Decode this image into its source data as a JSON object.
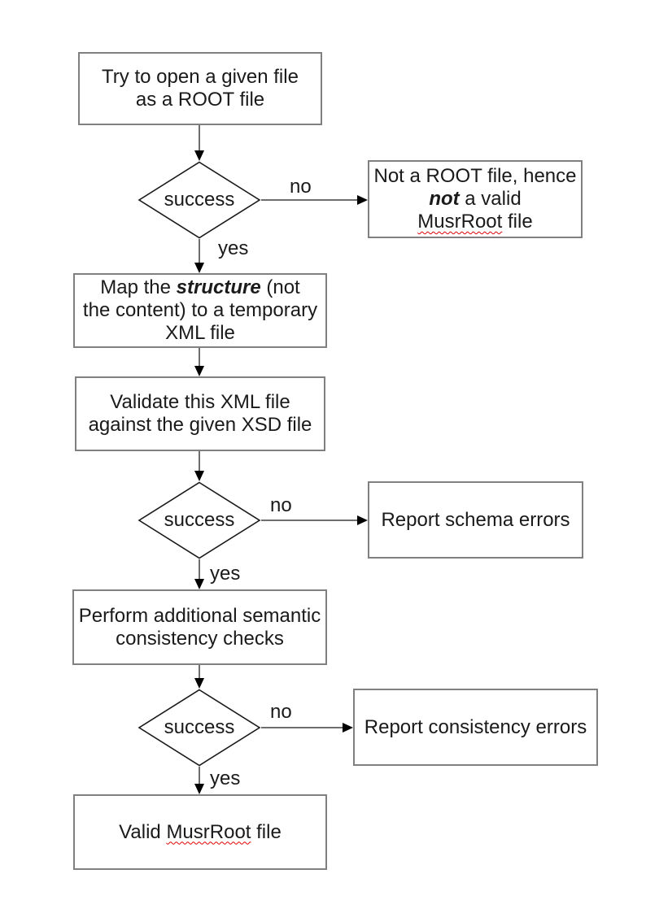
{
  "diagram": {
    "type": "flowchart",
    "nodes": {
      "open_root_file": {
        "line1": "Try to open a given file",
        "line2": "as a ROOT file"
      },
      "success_1": {
        "label": "success"
      },
      "not_root_file": {
        "line1": "Not a ROOT file, hence",
        "line2_bold_italic": "not",
        "line2_rest": " a valid",
        "line3_misspelled": "MusrRoot",
        "line3_rest": " file"
      },
      "map_structure": {
        "line1_pre": "Map the ",
        "line1_bold_italic": "structure",
        "line1_post": " (not",
        "line2": "the content) to a temporary",
        "line3": "XML file"
      },
      "validate_xml": {
        "line1": "Validate this XML file",
        "line2": "against the given XSD file"
      },
      "success_2": {
        "label": "success"
      },
      "report_schema_errors": {
        "label": "Report schema errors"
      },
      "semantic_checks": {
        "line1": "Perform additional semantic",
        "line2": "consistency checks"
      },
      "success_3": {
        "label": "success"
      },
      "report_consistency_errors": {
        "label": "Report consistency errors"
      },
      "valid_musrroot": {
        "pre": "Valid ",
        "misspelled": "MusrRoot",
        "post": " file"
      }
    },
    "edge_labels": {
      "yes": "yes",
      "no": "no"
    },
    "colors": {
      "box_border": "#808080",
      "diamond_border": "#1a1a1a",
      "connector": "#6e6e6e",
      "arrowhead": "#000000",
      "text": "#1a1a1a",
      "spellcheck_underline": "#e00000"
    }
  }
}
